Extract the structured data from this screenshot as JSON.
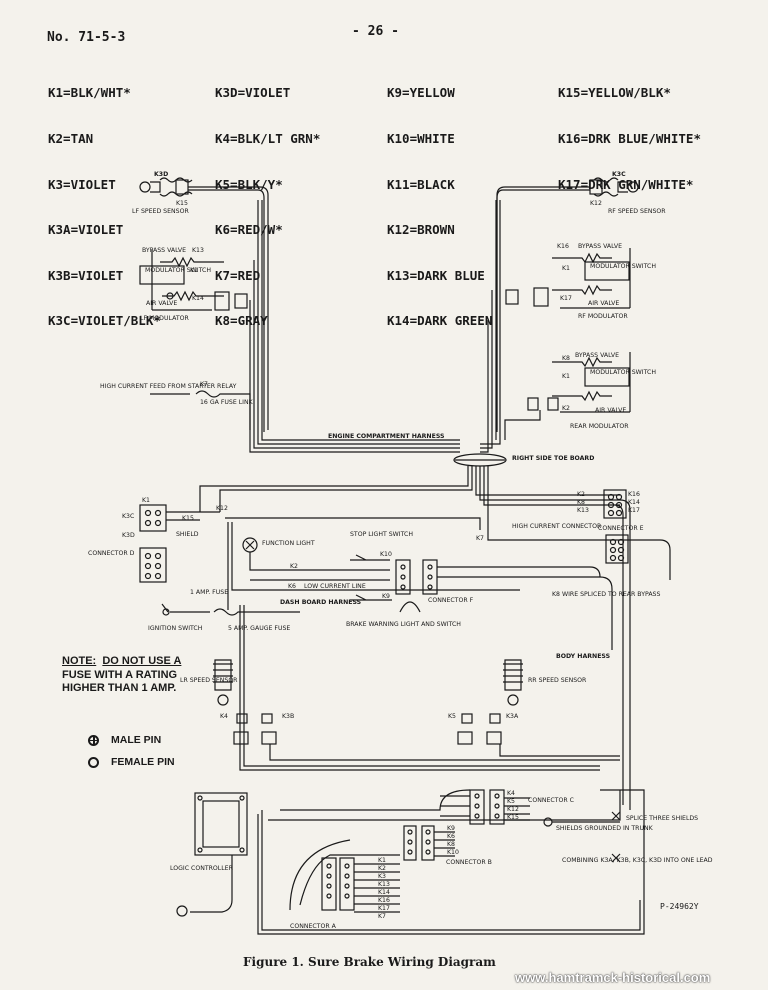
{
  "header": {
    "doc_number": "No. 71-5-3",
    "page_number": "- 26 -"
  },
  "wire_legend": {
    "col1": [
      "K1=BLK/WHT*",
      "K2=TAN",
      "K3=VIOLET",
      "K3A=VIOLET",
      "K3B=VIOLET",
      "K3C=VIOLET/BLK*"
    ],
    "col2": [
      "K3D=VIOLET",
      "K4=BLK/LT GRN*",
      "K5=BLK/Y*",
      "K6=RED/W*",
      "K7=RED",
      "K8=GRAY"
    ],
    "col3": [
      "K9=YELLOW",
      "K10=WHITE",
      "K11=BLACK",
      "K12=BROWN",
      "K13=DARK BLUE",
      "K14=DARK GREEN"
    ],
    "col4": [
      "K15=YELLOW/BLK*",
      "K16=DRK BLUE/WHITE*",
      "K17=DRK GRN/WHITE*"
    ]
  },
  "diagram_labels": {
    "lf_sensor": "LF SPEED SENSOR",
    "rf_sensor": "RF SPEED SENSOR",
    "bypass_valve": "BYPASS VALVE",
    "modulator_switch": "MODULATOR SWITCH",
    "air_valve": "AIR VALVE",
    "lf_modulator": "LF MODULATOR",
    "rf_modulator": "RF MODULATOR",
    "rear_modulator": "REAR MODULATOR",
    "high_current_feed": "HIGH CURRENT FEED FROM STARTER RELAY",
    "fuse_link": "16 GA FUSE LINK",
    "engine_harness": "ENGINE COMPARTMENT HARNESS",
    "toe_board": "RIGHT SIDE TOE BOARD",
    "shield": "SHIELD",
    "connector_d": "CONNECTOR D",
    "connector_e": "CONNECTOR E",
    "connector_f": "CONNECTOR F",
    "connector_a": "CONNECTOR A",
    "connector_b": "CONNECTOR B",
    "connector_c": "CONNECTOR C",
    "high_current_connector": "HIGH CURRENT CONNECTOR",
    "function_light": "FUNCTION LIGHT",
    "stop_light_switch": "STOP LIGHT SWITCH",
    "low_current_line": "LOW CURRENT LINE",
    "one_amp_fuse": "1 AMP. FUSE",
    "ignition_switch": "IGNITION SWITCH",
    "gauge_fuse": "5 AMP. GAUGE FUSE",
    "dash_harness": "DASH BOARD HARNESS",
    "brake_warning": "BRAKE WARNING LIGHT AND SWITCH",
    "k8_spliced": "K8 WIRE SPLICED TO REAR BYPASS",
    "body_harness": "BODY HARNESS",
    "lr_sensor": "LR SPEED SENSOR",
    "rr_sensor": "RR SPEED SENSOR",
    "logic_controller": "LOGIC CONTROLLER",
    "shields_grounded": "SHIELDS GROUNDED IN TRUNK",
    "splice_shields": "SPLICE THREE SHIELDS",
    "combining": "COMBINING K3A, K3B, K3C, K3D INTO ONE LEAD"
  },
  "note": {
    "prefix": "NOTE:",
    "line1": "DO NOT USE A",
    "line2": "FUSE WITH A RATING",
    "line3": "HIGHER THAN 1 AMP."
  },
  "pin_key": {
    "male": "MALE PIN",
    "female": "FEMALE PIN"
  },
  "caption": "Figure 1.  Sure Brake Wiring Diagram",
  "drawing_number": "P-24962Y",
  "watermark": "www.hamtramck-historical.com"
}
